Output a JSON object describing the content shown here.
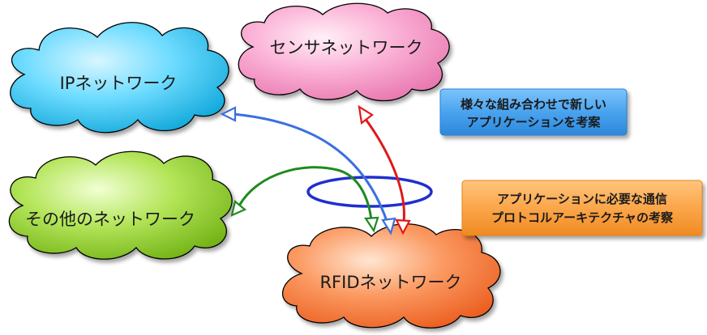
{
  "clouds": {
    "ip": {
      "label": "IPネットワーク",
      "color": "#33ccf5"
    },
    "sensor": {
      "label": "センサネットワーク",
      "color": "#f58fc0"
    },
    "other": {
      "label": "その他のネットワーク",
      "color": "#8ccf2c"
    },
    "rfid": {
      "label": "RFIDネットワーク",
      "color": "#f7753a"
    }
  },
  "boxes": {
    "apps": {
      "line1": "様々な組み合わせで新しい",
      "line2": "アプリケーションを考案",
      "color": "#4aa3ee"
    },
    "protocol": {
      "line1": "アプリケーションに必要な通信",
      "line2": "プロトコルアーキテクチャの考察",
      "color": "#fba64a"
    }
  },
  "arrows": {
    "blue": "#3b6fe0",
    "red": "#e01818",
    "green": "#1f8a1f",
    "ring": "#1f2fcf"
  }
}
